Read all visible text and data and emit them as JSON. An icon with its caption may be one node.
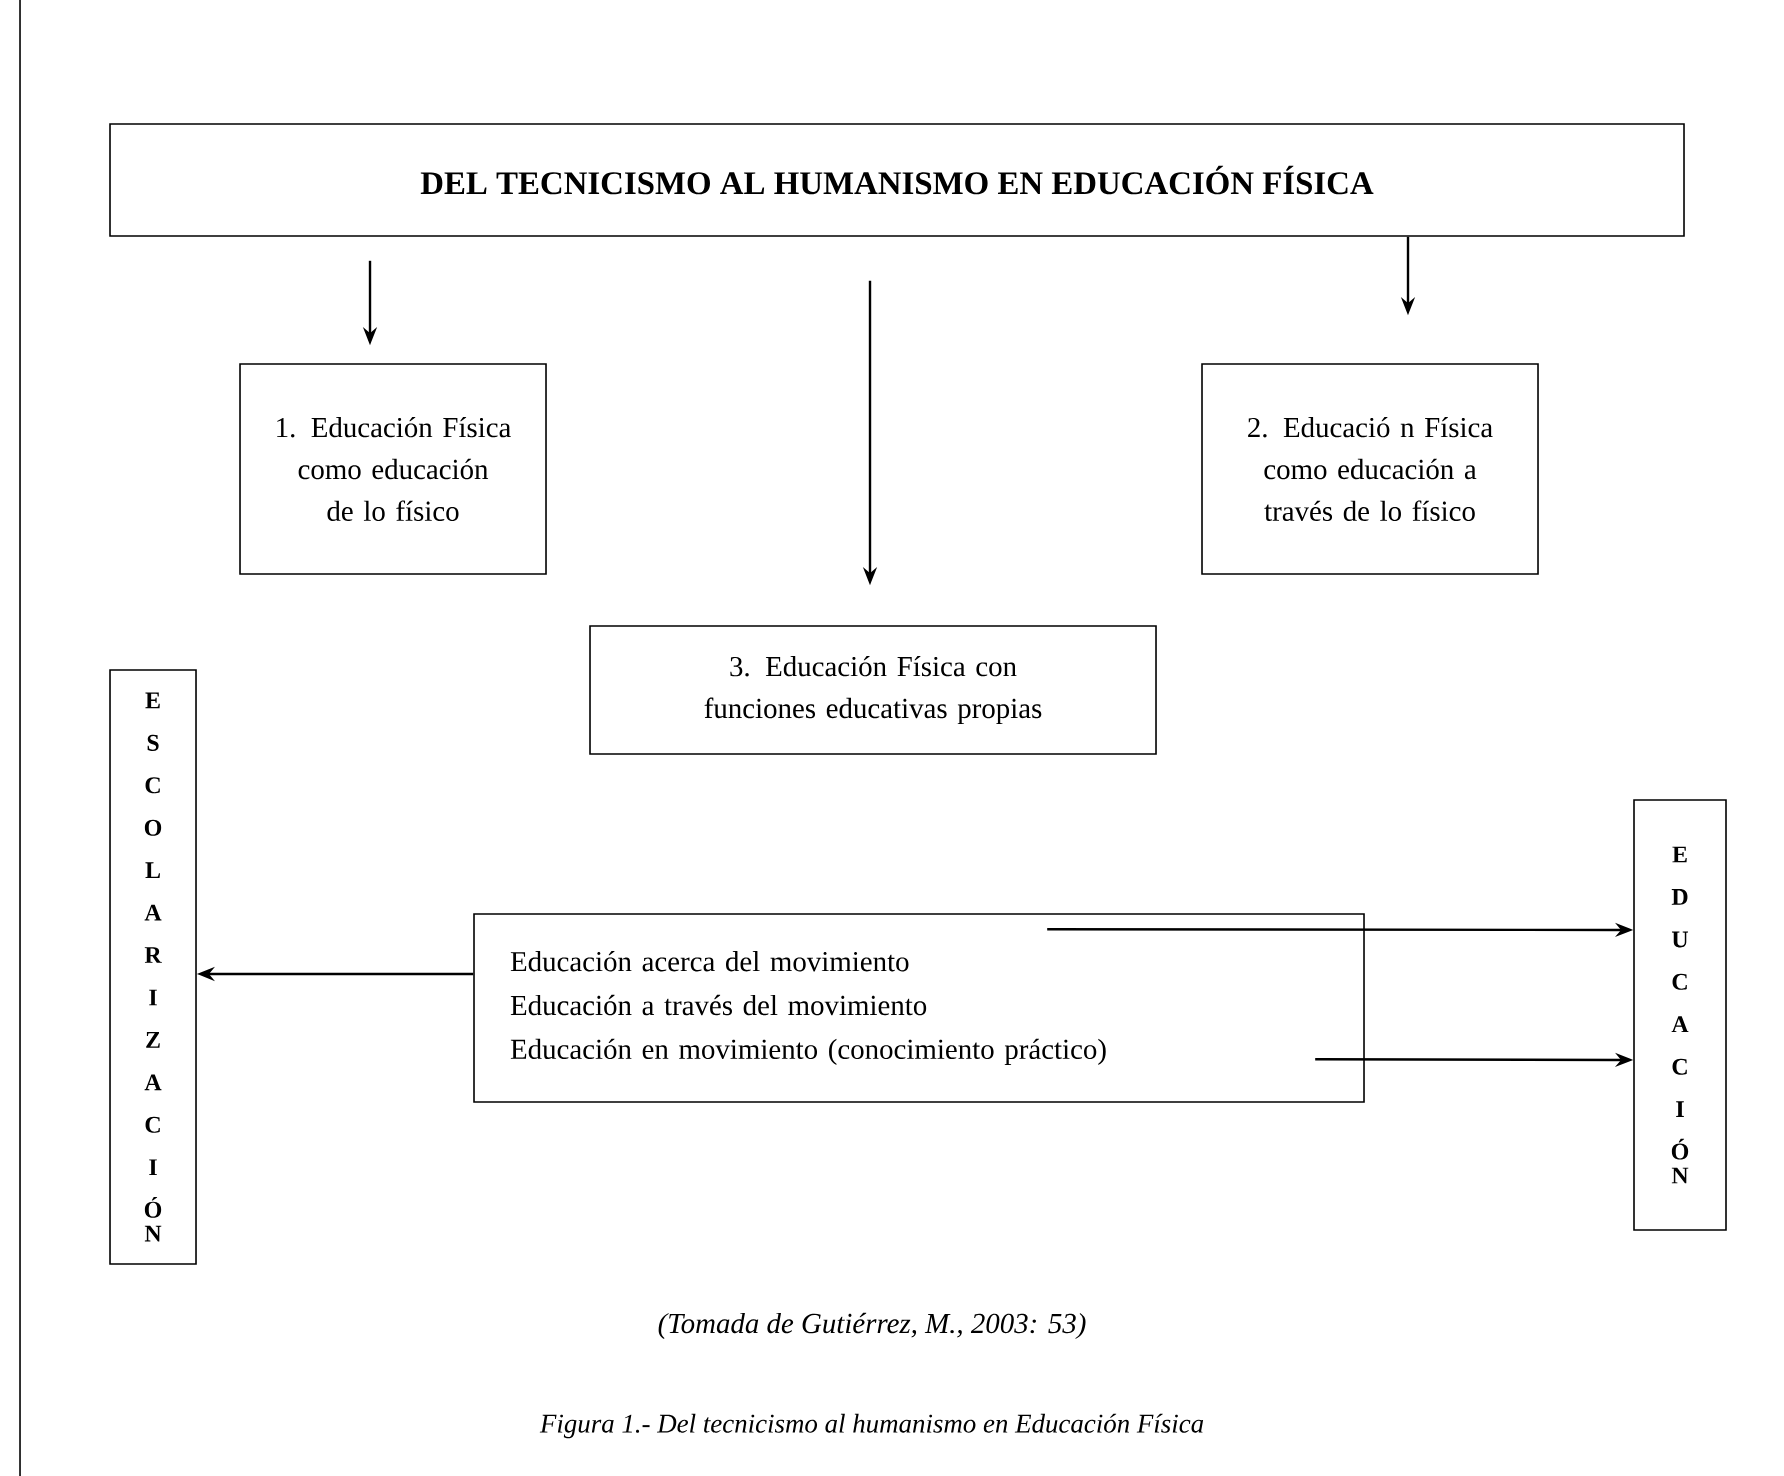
{
  "diagram": {
    "caption": "Figura 1.- Del tecnicismo al humanismo en Educación Física",
    "nodes": [
      {
        "text": [
          "DEL TECNICISMO AL HUMANISMO EN EDUCACIÓN FÍSICA"
        ]
      },
      {
        "text": [
          "1. Educación Física como educación de lo físico"
        ]
      },
      {
        "text": [
          "2. Educació n Física como educación a través de lo físico"
        ]
      },
      {
        "text": [
          "3. Educación Física con funciones educativas propias"
        ]
      },
      {
        "text": [
          "ESCOLARIZACIÓN"
        ]
      },
      {
        "text": [
          "Educación acerca del movimiento",
          "Educación a través del movimiento",
          "Educación en movimiento (conocimiento práctico)"
        ]
      },
      {
        "text": [
          "EDUCACIÓN"
        ]
      }
    ],
    "edges": [
      {
        "from": 0,
        "to": 1,
        "arrow": "to"
      },
      {
        "from": 0,
        "to": 3,
        "arrow": "to"
      },
      {
        "from": 0,
        "to": 2,
        "arrow": "to"
      },
      {
        "from": 5,
        "to": 4,
        "arrow": "to"
      },
      {
        "from": 5,
        "to": 6,
        "arrow": "to"
      },
      {
        "from": 5,
        "to": 6,
        "arrow": "to"
      }
    ],
    "labels": [
      "(Tomada de Gutiérrez, M., 2003: 53)"
    ]
  }
}
